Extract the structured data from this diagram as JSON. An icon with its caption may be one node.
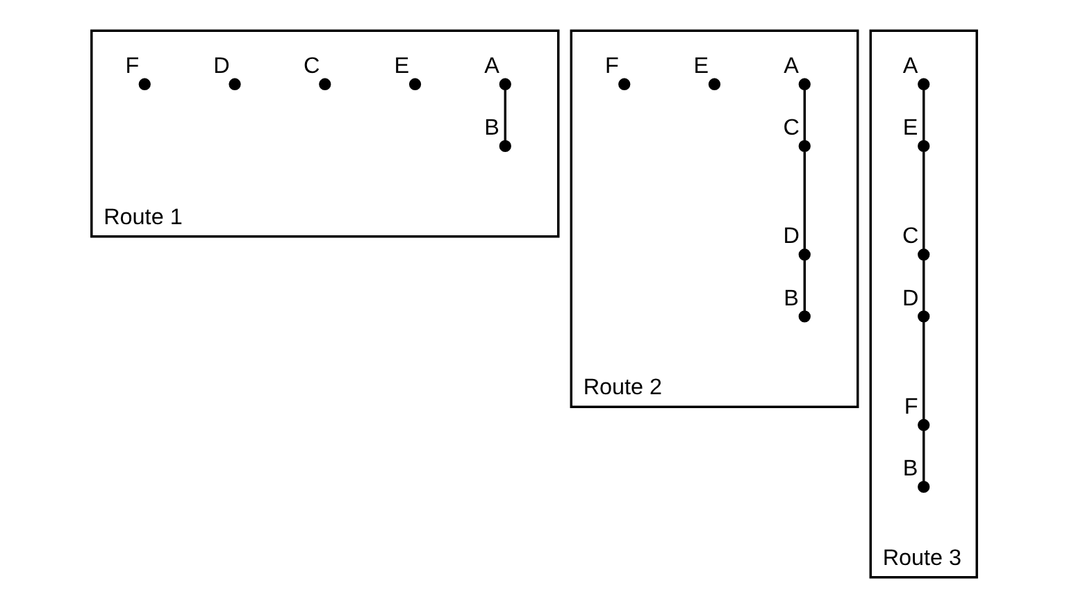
{
  "diagram": {
    "nodes": [
      {
        "text": [
          "Route 1"
        ]
      },
      {
        "text": [],
        "shape": "circle",
        "beside": [
          "A"
        ],
        "in": 0
      },
      {
        "text": [],
        "shape": "circle",
        "beside": [
          "E"
        ],
        "in": 0
      },
      {
        "text": [],
        "shape": "circle",
        "beside": [
          "C"
        ],
        "in": 0
      },
      {
        "text": [],
        "shape": "circle",
        "beside": [
          "D"
        ],
        "in": 0
      },
      {
        "text": [],
        "shape": "circle",
        "beside": [
          "F"
        ],
        "in": 0
      },
      {
        "text": [],
        "shape": "circle",
        "beside": [
          "B"
        ],
        "in": 0
      },
      {
        "text": [
          "Route 2"
        ]
      },
      {
        "text": [],
        "shape": "circle",
        "beside": [
          "A"
        ],
        "in": 7
      },
      {
        "text": [],
        "shape": "circle",
        "beside": [
          "E"
        ],
        "in": 7
      },
      {
        "text": [],
        "shape": "circle",
        "beside": [
          "C"
        ],
        "in": 7
      },
      {
        "text": [],
        "shape": "circle",
        "beside": [
          "D"
        ],
        "in": 7
      },
      {
        "text": [],
        "shape": "circle",
        "beside": [
          "F"
        ],
        "in": 7
      },
      {
        "text": [],
        "shape": "circle",
        "beside": [
          "B"
        ],
        "in": 7
      },
      {
        "text": [
          "Route 3"
        ]
      },
      {
        "text": [],
        "shape": "circle",
        "beside": [
          "A"
        ],
        "in": 14
      },
      {
        "text": [],
        "shape": "circle",
        "beside": [
          "E"
        ],
        "in": 14
      },
      {
        "text": [],
        "shape": "circle",
        "beside": [
          "C"
        ],
        "in": 14
      },
      {
        "text": [],
        "shape": "circle",
        "beside": [
          "D"
        ],
        "in": 14
      },
      {
        "text": [],
        "shape": "circle",
        "beside": [
          "F"
        ],
        "in": 14
      },
      {
        "text": [],
        "shape": "circle",
        "beside": [
          "B"
        ],
        "in": 14
      }
    ],
    "edges": [
      {
        "from": 1,
        "to": 6,
        "arrow": "none"
      },
      {
        "from": 8,
        "to": 10,
        "arrow": "none"
      },
      {
        "from": 10,
        "to": 11,
        "arrow": "none"
      },
      {
        "from": 11,
        "to": 13,
        "arrow": "none"
      },
      {
        "from": 15,
        "to": 16,
        "arrow": "none"
      },
      {
        "from": 16,
        "to": 17,
        "arrow": "none"
      },
      {
        "from": 17,
        "to": 18,
        "arrow": "none"
      },
      {
        "from": 18,
        "to": 19,
        "arrow": "none"
      },
      {
        "from": 19,
        "to": 20,
        "arrow": "none"
      }
    ]
  }
}
